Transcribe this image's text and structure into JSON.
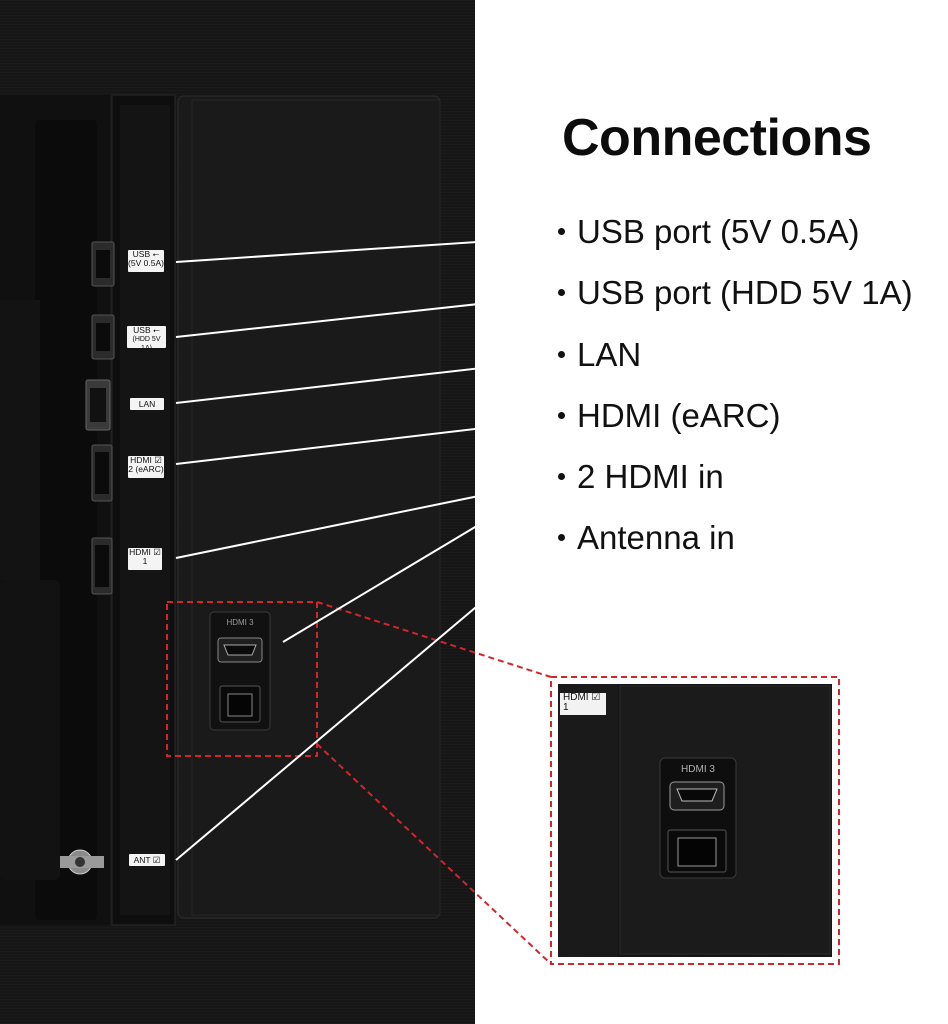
{
  "title": "Connections",
  "connections": [
    "USB port (5V 0.5A)",
    "USB port (HDD 5V 1A)",
    "LAN",
    "HDMI (eARC)",
    "2 HDMI in",
    "Antenna in"
  ],
  "port_labels": {
    "usb1_line1": "USB ⭠",
    "usb1_line2": "(5V 0.5A)",
    "usb2_line1": "USB ⭠",
    "usb2_line2": "(HDD 5V 1A)",
    "lan": "LAN",
    "hdmi2_line1": "HDMI ☑",
    "hdmi2_line2": "2 (eARC)",
    "hdmi1_line1": "HDMI ☑",
    "hdmi1_line2": "1",
    "ant": "ANT ☑",
    "hdmi3": "HDMI 3",
    "zoom_line1": "HDMI ☑",
    "zoom_line2": "1"
  },
  "colors": {
    "tv_body": "#151515",
    "panel": "#1c1c1c",
    "callout_line": "#ffffff",
    "zoom_border": "#d0262c",
    "text": "#111111"
  }
}
